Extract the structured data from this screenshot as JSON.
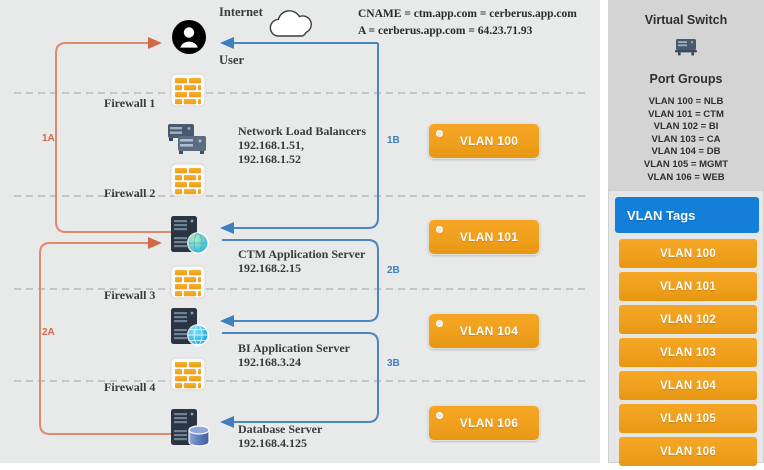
{
  "diagram": {
    "dns_records": "CNAME = ctm.app.com = cerberus.app.com\nA = cerberus.app.com = 64.23.71.93",
    "internet_label": "Internet",
    "user_label": "User",
    "firewalls": [
      {
        "label": "Firewall 1"
      },
      {
        "label": "Firewall 2"
      },
      {
        "label": "Firewall 3"
      },
      {
        "label": "Firewall 4"
      }
    ],
    "nodes": [
      {
        "name": "Network Load Balancers",
        "addresses": "192.168.1.51,\n192.168.1.52"
      },
      {
        "name": "CTM Application Server",
        "addresses": "192.168.2.15"
      },
      {
        "name": "BI Application Server",
        "addresses": "192.168.3.24"
      },
      {
        "name": "Database Server",
        "addresses": "192.168.4.125"
      }
    ],
    "flows": [
      {
        "label": "1A",
        "color": "#d4694a"
      },
      {
        "label": "2A",
        "color": "#d4694a"
      },
      {
        "label": "1B",
        "color": "#3f7fbf"
      },
      {
        "label": "2B",
        "color": "#3f7fbf"
      },
      {
        "label": "3B",
        "color": "#3f7fbf"
      }
    ],
    "vlan_badges": [
      {
        "label": "VLAN 100"
      },
      {
        "label": "VLAN 101"
      },
      {
        "label": "VLAN 104"
      },
      {
        "label": "VLAN 106"
      }
    ]
  },
  "sidebar": {
    "virtual_switch_title": "Virtual Switch",
    "port_groups_title": "Port Groups",
    "port_groups": [
      "VLAN 100 = NLB",
      "VLAN 101 = CTM",
      "VLAN 102 = BI",
      "VLAN 103 = CA",
      "VLAN 104 = DB",
      "VLAN 105 = MGMT",
      "VLAN 106 = WEB"
    ],
    "vlan_tags_title": "VLAN Tags",
    "vlan_tags": [
      "VLAN 100",
      "VLAN 101",
      "VLAN 102",
      "VLAN 103",
      "VLAN 104",
      "VLAN 105",
      "VLAN 106"
    ]
  },
  "colors": {
    "accent_orange": "#f5a623",
    "accent_blue": "#137fd8",
    "flow_red": "#d4694a",
    "flow_blue": "#3f7fbf",
    "canvas_bg": "#e8eaea"
  }
}
